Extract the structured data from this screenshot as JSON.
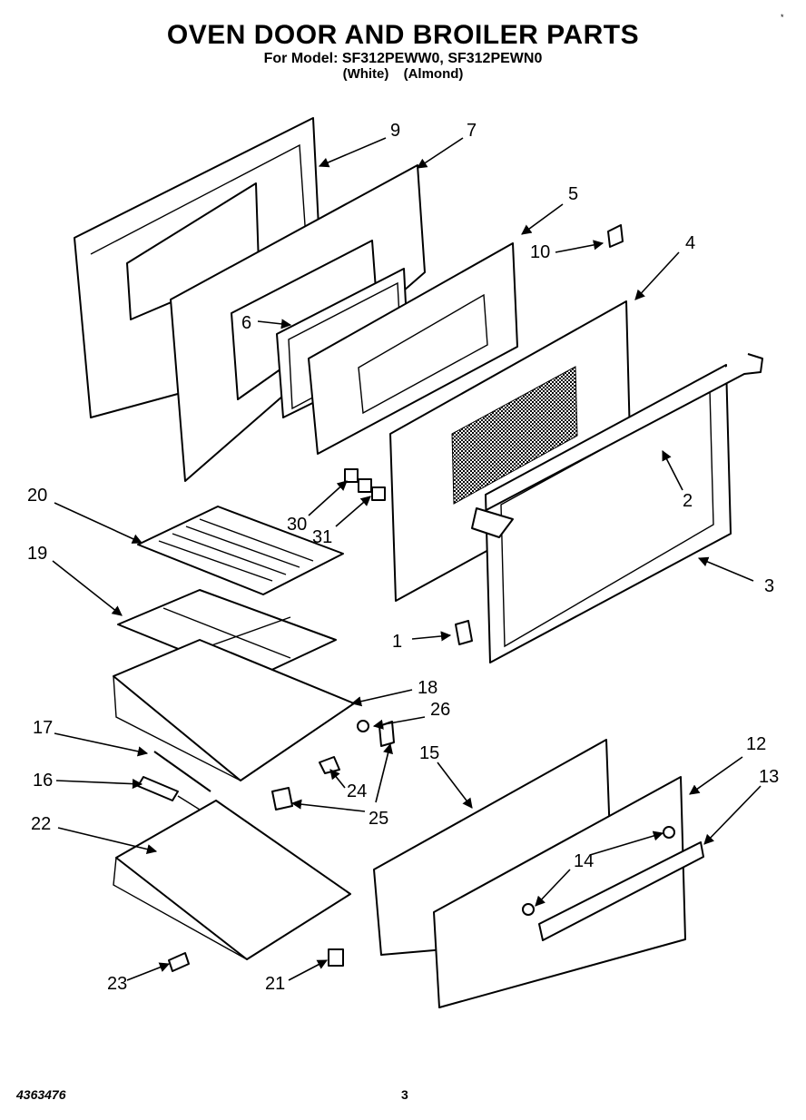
{
  "header": {
    "title": "OVEN DOOR AND BROILER PARTS",
    "model_line": "For Model: SF312PEWW0, SF312PEWN0",
    "variants": [
      "(White)",
      "(Almond)"
    ],
    "corner_mark": "*"
  },
  "callouts": [
    "1",
    "2",
    "3",
    "4",
    "5",
    "6",
    "7",
    "9",
    "10",
    "12",
    "13",
    "14",
    "14",
    "15",
    "16",
    "17",
    "18",
    "19",
    "20",
    "21",
    "22",
    "23",
    "24",
    "25",
    "25",
    "26",
    "30",
    "31"
  ],
  "footer": {
    "doc_number": "4363476",
    "page_number": "3"
  }
}
